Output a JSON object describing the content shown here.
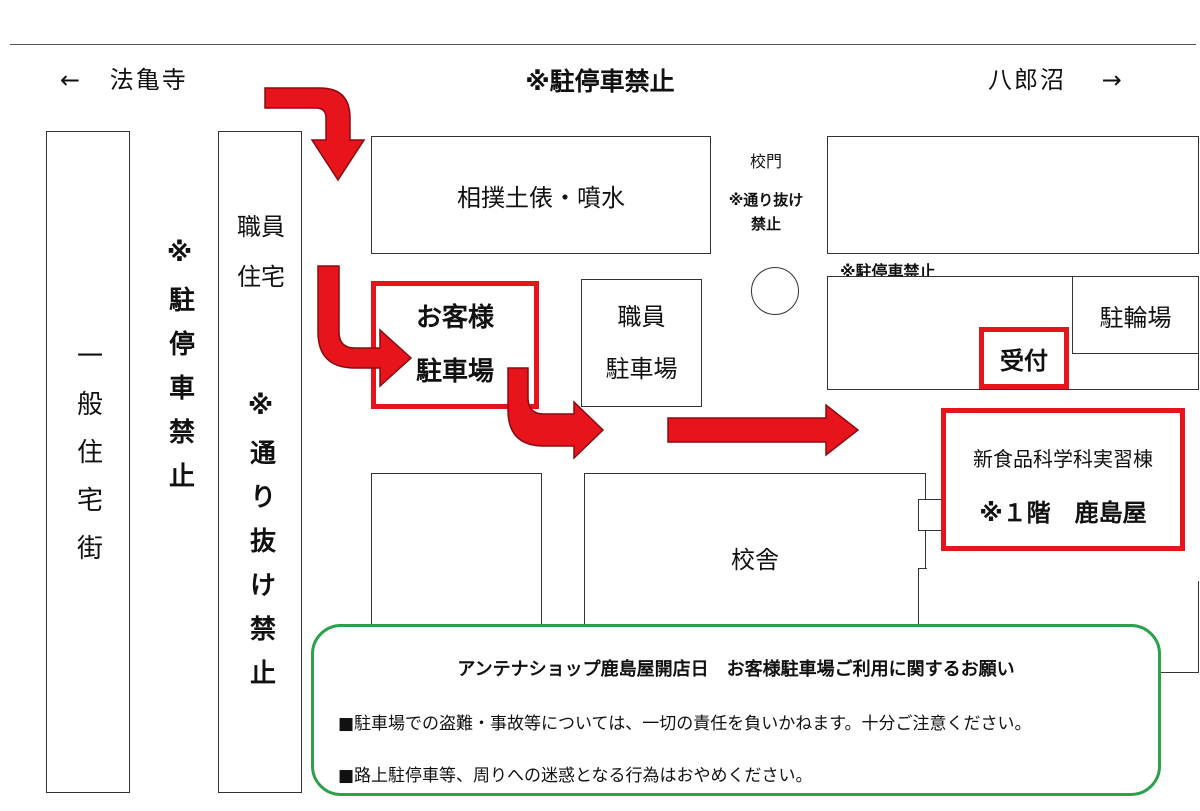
{
  "header": {
    "left_arrow": "←",
    "left_label": "法亀寺",
    "center_label": "※駐停車禁止",
    "right_label": "八郎沼",
    "right_arrow": "→"
  },
  "left_column": {
    "residential": "一般住宅街",
    "no_parking": "※駐停車禁止",
    "staff_housing": [
      "職員",
      "住宅"
    ],
    "no_through": "※通り抜け禁止"
  },
  "buildings": {
    "sumo": "相撲土俵・噴水",
    "customer_parking": [
      "お客様",
      "駐車場"
    ],
    "staff_parking": [
      "職員",
      "駐車場"
    ],
    "gate_label": "校門",
    "gate_no_through": [
      "※通り抜け",
      "禁止"
    ],
    "right_no_parking": "※駐停車禁止",
    "bike_parking": "駐輪場",
    "reception": "受付",
    "new_building": "新食品科学科実習棟",
    "floor_note": "※１階　鹿島屋",
    "school": "校舎"
  },
  "notice": {
    "title": "アンテナショップ鹿島屋開店日　お客様駐車場ご利用に関するお願い",
    "lines": [
      "■駐車場での盗難・事故等については、一切の責任を負いかねます。十分ご注意ください。",
      "■路上駐停車等、周りへの迷惑となる行為はおやめください。"
    ]
  },
  "colors": {
    "route_arrow": "#e8141c",
    "highlight_border": "#e8141c",
    "notice_border": "#2aa14b"
  }
}
